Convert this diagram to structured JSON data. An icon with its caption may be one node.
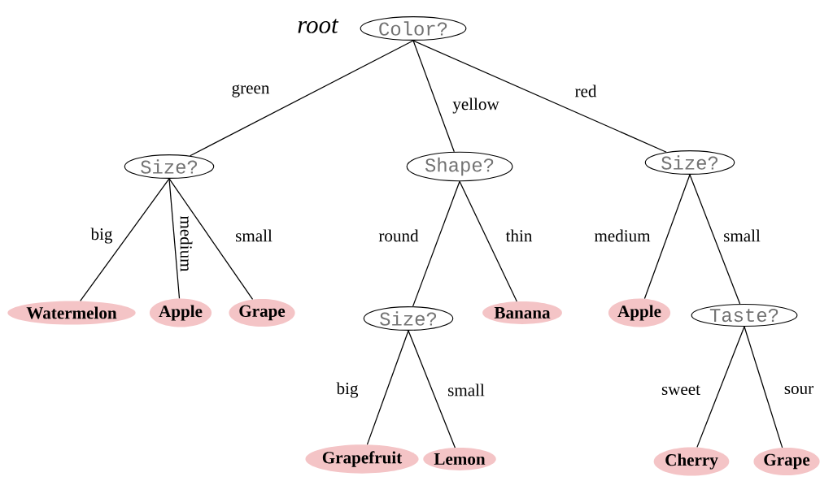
{
  "diagram": {
    "nodes": [
      {
        "text": [
          "Color?"
        ],
        "beside": [
          "root"
        ]
      },
      {
        "text": [
          "Size?"
        ]
      },
      {
        "text": [
          "Shape?"
        ]
      },
      {
        "text": [
          "Size?"
        ]
      },
      {
        "text": [
          "Watermelon"
        ]
      },
      {
        "text": [
          "Apple"
        ]
      },
      {
        "text": [
          "Grape"
        ]
      },
      {
        "text": [
          "Size?"
        ]
      },
      {
        "text": [
          "Banana"
        ]
      },
      {
        "text": [
          "Apple"
        ]
      },
      {
        "text": [
          "Taste?"
        ]
      },
      {
        "text": [
          "Grapefruit"
        ]
      },
      {
        "text": [
          "Lemon"
        ]
      },
      {
        "text": [
          "Cherry"
        ]
      },
      {
        "text": [
          "Grape"
        ]
      }
    ],
    "edges": [
      {
        "from": 0,
        "to": 1,
        "arrow": "none",
        "label": "green"
      },
      {
        "from": 0,
        "to": 2,
        "arrow": "none",
        "label": "yellow"
      },
      {
        "from": 0,
        "to": 3,
        "arrow": "none",
        "label": "red"
      },
      {
        "from": 1,
        "to": 4,
        "arrow": "none",
        "label": "big"
      },
      {
        "from": 1,
        "to": 5,
        "arrow": "none",
        "label": "medium"
      },
      {
        "from": 1,
        "to": 6,
        "arrow": "none",
        "label": "small"
      },
      {
        "from": 2,
        "to": 7,
        "arrow": "none",
        "label": "round"
      },
      {
        "from": 2,
        "to": 8,
        "arrow": "none",
        "label": "thin"
      },
      {
        "from": 3,
        "to": 9,
        "arrow": "none",
        "label": "medium"
      },
      {
        "from": 3,
        "to": 10,
        "arrow": "none",
        "label": "small"
      },
      {
        "from": 7,
        "to": 11,
        "arrow": "none",
        "label": "big"
      },
      {
        "from": 7,
        "to": 12,
        "arrow": "none",
        "label": "small"
      },
      {
        "from": 10,
        "to": 13,
        "arrow": "none",
        "label": "sweet"
      },
      {
        "from": 10,
        "to": 14,
        "arrow": "none",
        "label": "sour"
      }
    ]
  }
}
